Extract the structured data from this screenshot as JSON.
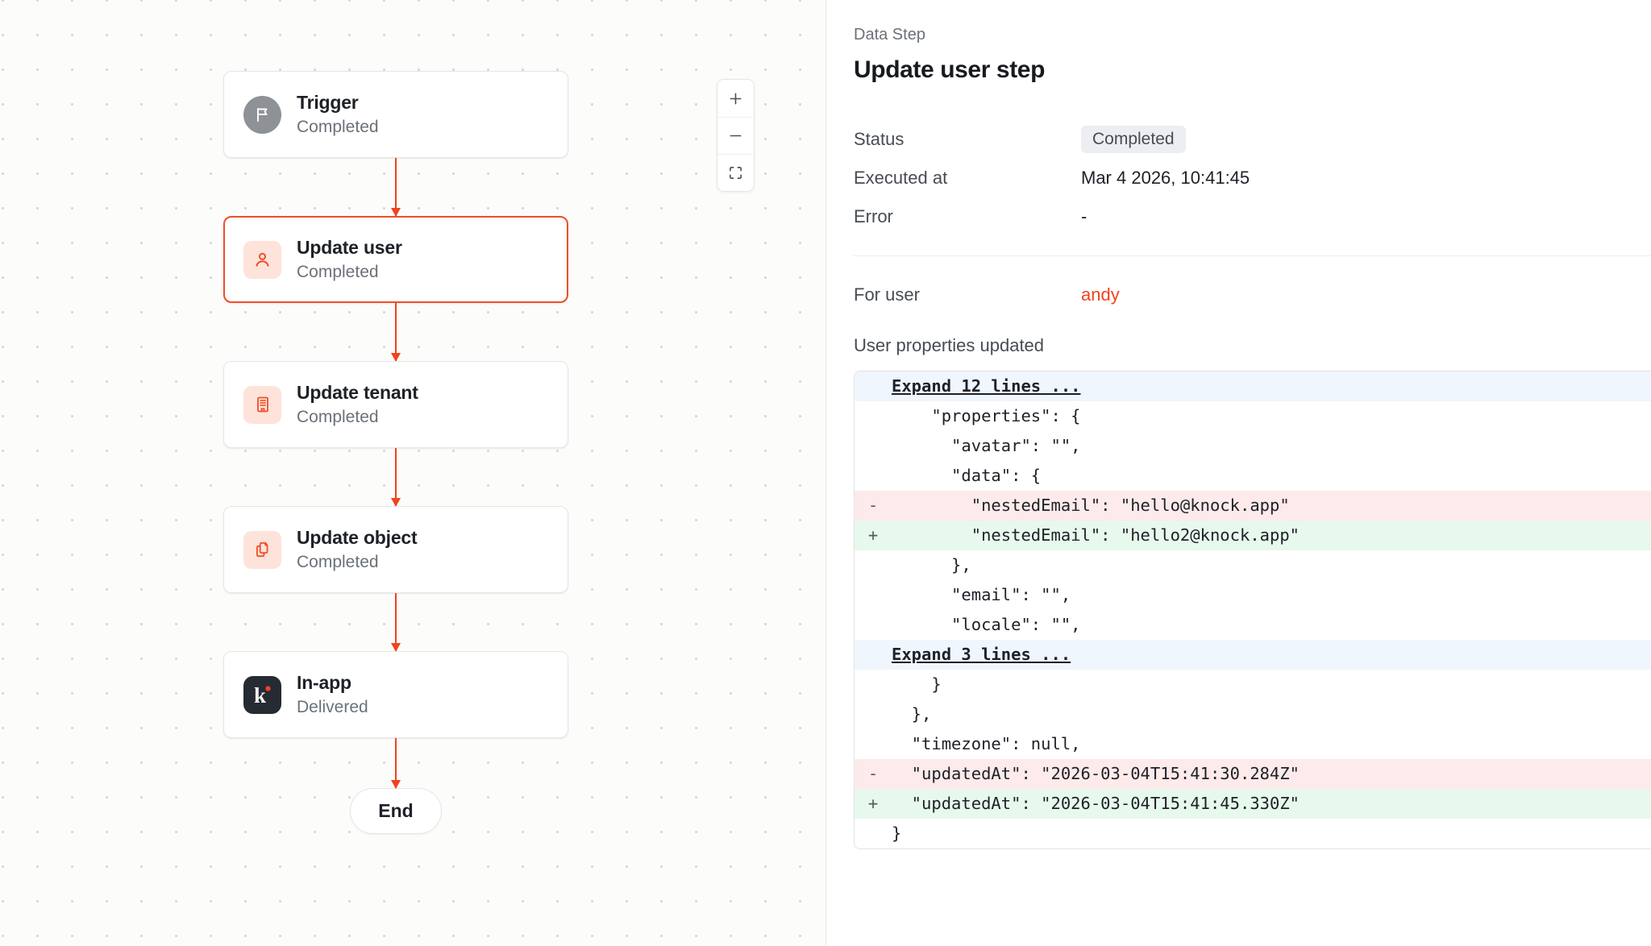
{
  "canvas": {
    "zoom_controls": {
      "zoom_in_label": "+",
      "zoom_out_label": "−",
      "fit_label": "fit-screen"
    },
    "end_node": {
      "label": "End"
    },
    "nodes": [
      {
        "id": "trigger",
        "title": "Trigger",
        "status": "Completed",
        "icon": "flag-icon",
        "icon_style": "circle-gray",
        "selected": false
      },
      {
        "id": "update-user",
        "title": "Update user",
        "status": "Completed",
        "icon": "user-icon",
        "icon_style": "soft-red",
        "selected": true
      },
      {
        "id": "update-tenant",
        "title": "Update tenant",
        "status": "Completed",
        "icon": "building-icon",
        "icon_style": "soft-red",
        "selected": false
      },
      {
        "id": "update-object",
        "title": "Update object",
        "status": "Completed",
        "icon": "copy-icon",
        "icon_style": "soft-red",
        "selected": false
      },
      {
        "id": "in-app",
        "title": "In-app",
        "status": "Delivered",
        "icon": "knock-logo-icon",
        "icon_style": "dark",
        "selected": false
      }
    ]
  },
  "panel": {
    "eyebrow": "Data Step",
    "title": "Update user step",
    "meta": [
      {
        "label": "Status",
        "value": "Completed",
        "type": "badge"
      },
      {
        "label": "Executed at",
        "value": "Mar 4 2026, 10:41:45",
        "type": "text"
      },
      {
        "label": "Error",
        "value": "-",
        "type": "text"
      }
    ],
    "for_user": {
      "label": "For user",
      "value": "andy"
    },
    "properties_section_label": "User properties updated",
    "diff": [
      {
        "type": "expand",
        "marker": "",
        "text": "Expand 12 lines ..."
      },
      {
        "type": "ctx",
        "marker": "",
        "text": "    \"properties\": {"
      },
      {
        "type": "ctx",
        "marker": "",
        "text": "      \"avatar\": \"\","
      },
      {
        "type": "ctx",
        "marker": "",
        "text": "      \"data\": {"
      },
      {
        "type": "del",
        "marker": "-",
        "text": "        \"nestedEmail\": \"hello@knock.app\""
      },
      {
        "type": "ins",
        "marker": "+",
        "text": "        \"nestedEmail\": \"hello2@knock.app\""
      },
      {
        "type": "ctx",
        "marker": "",
        "text": "      },"
      },
      {
        "type": "ctx",
        "marker": "",
        "text": "      \"email\": \"\","
      },
      {
        "type": "ctx",
        "marker": "",
        "text": "      \"locale\": \"\","
      },
      {
        "type": "expand",
        "marker": "",
        "text": "Expand 3 lines ..."
      },
      {
        "type": "ctx",
        "marker": "",
        "text": "    }"
      },
      {
        "type": "ctx",
        "marker": "",
        "text": "  },"
      },
      {
        "type": "ctx",
        "marker": "",
        "text": "  \"timezone\": null,"
      },
      {
        "type": "del",
        "marker": "-",
        "text": "  \"updatedAt\": \"2026-03-04T15:41:30.284Z\""
      },
      {
        "type": "ins",
        "marker": "+",
        "text": "  \"updatedAt\": \"2026-03-04T15:41:45.330Z\""
      },
      {
        "type": "ctx",
        "marker": "",
        "text": "}"
      }
    ]
  },
  "colors": {
    "accent": "#f0431e",
    "accent_soft": "#fde3da",
    "selected_border": "#ef4e2b",
    "canvas_bg": "#fcfcfb",
    "dot": "#d7d7de",
    "diff_del_bg": "#fdeaea",
    "diff_ins_bg": "#e7f8ec",
    "diff_expand_bg": "#eff6fd",
    "badge_bg": "#eceef1",
    "logo_dark": "#262b33"
  }
}
